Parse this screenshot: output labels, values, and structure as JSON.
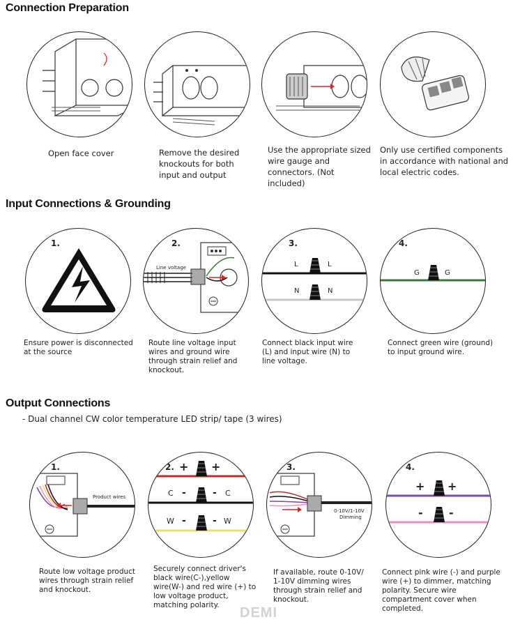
{
  "sections": {
    "prep": {
      "title": "Connection Preparation",
      "captions": [
        "Open face cover",
        "Remove the desired knockouts for both input and output",
        "Use the appropriate sized wire gauge and connectors. (Not included)",
        "Only use certified components in accordance with national and local electric codes."
      ]
    },
    "input": {
      "title": "Input Connections & Grounding",
      "steps": [
        "1.",
        "2.",
        "3.",
        "4."
      ],
      "line_voltage_label": "Line voltage",
      "wire_labels": {
        "l": "L",
        "n": "N",
        "g": "G"
      },
      "captions": [
        "Ensure power is disconnected at the source",
        "Route line voltage input wires and ground wire through strain relief and knockout.",
        "Connect black input wire (L) and input wire (N) to line voltage.",
        "Connect green wire (ground) to input ground wire."
      ]
    },
    "output": {
      "title": "Output Connections",
      "subtitle": "- Dual channel CW color temperature LED strip/ tape (3 wires)",
      "steps": [
        "1.",
        "2.",
        "3.",
        "4."
      ],
      "product_wires_label": "Product wires",
      "dimming_label_1": "0-10V/1-10V",
      "dimming_label_2": "Dimming",
      "wire_labels": {
        "plus": "+",
        "minus": "-",
        "c": "C",
        "w": "W"
      },
      "captions": [
        "Route low voltage product wires through strain relief and knockout.",
        "Securely connect driver's black wire(C-),yellow wire(W-) and red wire (+) to low voltage product, matching polarity.",
        "If available, route 0-10V/ 1-10V dimming wires through strain relief and knockout.",
        "Connect pink wire (-) and purple wire (+) to dimmer, matching polarity. Secure wire compartment cover when completed."
      ]
    }
  },
  "watermark": "DEMI",
  "colors": {
    "black_wire": "#111111",
    "neutral_wire": "#c8c8c8",
    "green_wire": "#3a7a3a",
    "red_wire": "#c0282a",
    "yellow_wire": "#e8e070",
    "purple_wire": "#7a4aa8",
    "pink_wire": "#f08cc0",
    "arrow_red": "#d22"
  }
}
